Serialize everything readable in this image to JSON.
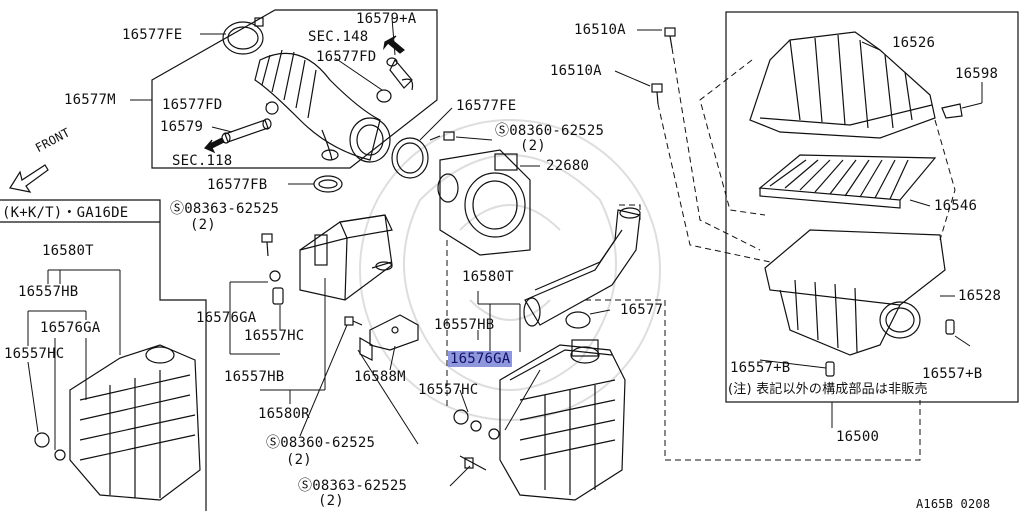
{
  "diagram": {
    "figure_code": "A165B 0208",
    "variant_note": "(K+K/T)・GA16DE",
    "front_label": "FRONT",
    "note_jp": "(注) 表記以外の構成部品は非販売",
    "highlight_color": "#8f97dc",
    "labels": {
      "p16577FE_top": "16577FE",
      "p16579A": "16579+A",
      "sec148": "SEC.148",
      "p16577FD_top": "16577FD",
      "p16577M": "16577M",
      "p16577FD_mid": "16577FD",
      "p16579": "16579",
      "sec118": "SEC.118",
      "p16577FE_mid": "16577FE",
      "bolt1_num": "08360-62525",
      "bolt1_qty": "(2)",
      "p22680": "22680",
      "p16510A_1": "16510A",
      "p16510A_2": "16510A",
      "p16526": "16526",
      "p16598": "16598",
      "p16546": "16546",
      "p16528": "16528",
      "p16577FB": "16577FB",
      "bolt2_num": "08363-62525",
      "bolt2_qty": "(2)",
      "p16580T_mid": "16580T",
      "p16557HB_mid": "16557HB",
      "p16577": "16577",
      "p16576GA_mid": "16576GA",
      "p16557HC_mid": "16557HC",
      "p16576GA_left": "16576GA",
      "p16557HC_left": "16557HC",
      "p16557HB_left2": "16557HB",
      "p16580R": "16580R",
      "p16588M": "16588M",
      "bolt3_num": "08360-62525",
      "bolt3_qty": "(2)",
      "bolt4_num": "08363-62525",
      "bolt4_qty": "(2)",
      "p16557B_1": "16557+B",
      "p16557B_2": "16557+B",
      "p16500": "16500",
      "inset_16580T": "16580T",
      "inset_16557HB": "16557HB",
      "inset_16576GA": "16576GA",
      "inset_16557HC": "16557HC"
    }
  }
}
